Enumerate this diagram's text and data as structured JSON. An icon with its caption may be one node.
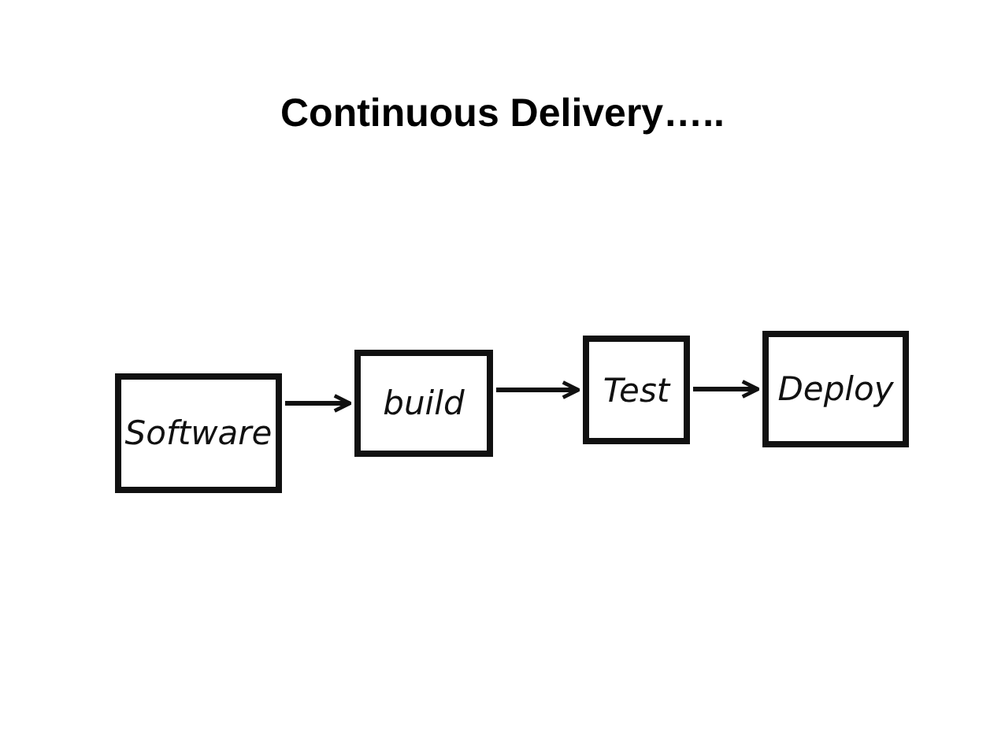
{
  "diagram": {
    "title": "Continuous Delivery…..",
    "nodes": [
      {
        "text": [
          "Software"
        ]
      },
      {
        "text": [
          "build"
        ]
      },
      {
        "text": [
          "Test"
        ]
      },
      {
        "text": [
          "Deploy"
        ]
      }
    ],
    "edges": [
      {
        "from": 0,
        "to": 1,
        "arrow": "to"
      },
      {
        "from": 1,
        "to": 2,
        "arrow": "to"
      },
      {
        "from": 2,
        "to": 3,
        "arrow": "to"
      }
    ]
  }
}
